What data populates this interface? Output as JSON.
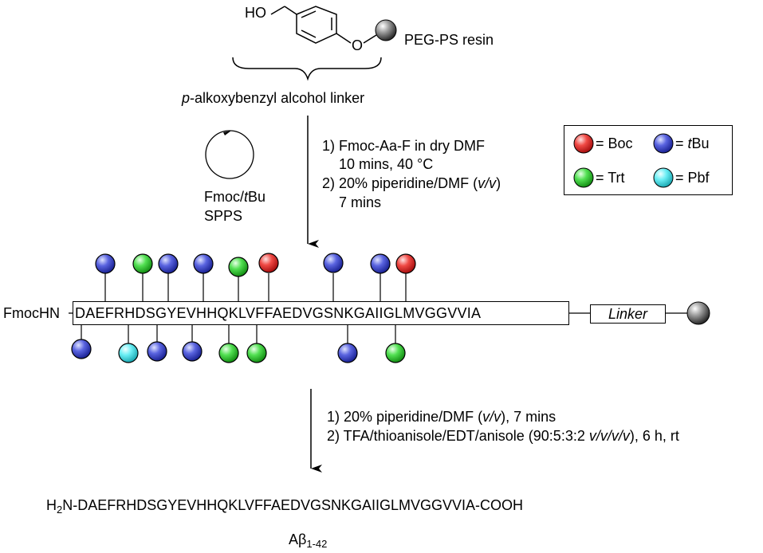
{
  "linker": {
    "ho_label": "HO",
    "o_label": "O",
    "resin_label": "PEG-PS resin",
    "linker_name_italic": "p",
    "linker_name_rest": "-alkoxybenzyl alcohol linker"
  },
  "cycle": {
    "line1_a": "Fmoc/",
    "line1_b": "t",
    "line1_c": "Bu",
    "line2": "SPPS"
  },
  "step1": {
    "line1": "1) Fmoc-Aa-F in dry DMF",
    "line2": "10 mins, 40 °C",
    "line3_a": "2) 20% piperidine/DMF (",
    "line3_b": "v/v",
    "line3_c": ")",
    "line4": "7 mins"
  },
  "legend": {
    "boc": {
      "label": "= Boc",
      "color": "#e8332e"
    },
    "tbu": {
      "label_a": "= ",
      "label_b": "t",
      "label_c": "Bu",
      "color": "#3a45c8"
    },
    "trt": {
      "label": "= Trt",
      "color": "#38d038"
    },
    "pbf": {
      "label": "= Pbf",
      "color": "#46e6ee"
    }
  },
  "peptide": {
    "prefix": "FmocHN",
    "sequence": "DAEFRHDSGYEVHHQKLVFFAEDVGSNKGAIIGLMVGGVVIA",
    "linker_label": "Linker",
    "resin_color": "#888888"
  },
  "step2": {
    "line1_a": "1) 20% piperidine/DMF (",
    "line1_b": "v/v",
    "line1_c": "), 7 mins",
    "line2_a": "2) TFA/thioanisole/EDT/anisole (90:5:3:2 ",
    "line2_b": "v/v/v/v",
    "line2_c": "), 6 h, rt"
  },
  "product": {
    "h": "H",
    "sub2": "2",
    "rest": "N-DAEFRHDSGYEVHHQKLVFFAEDVGSNKGAIIGLMVGGVVIA-COOH",
    "name_a": "Aβ",
    "name_sub": "1-42"
  }
}
